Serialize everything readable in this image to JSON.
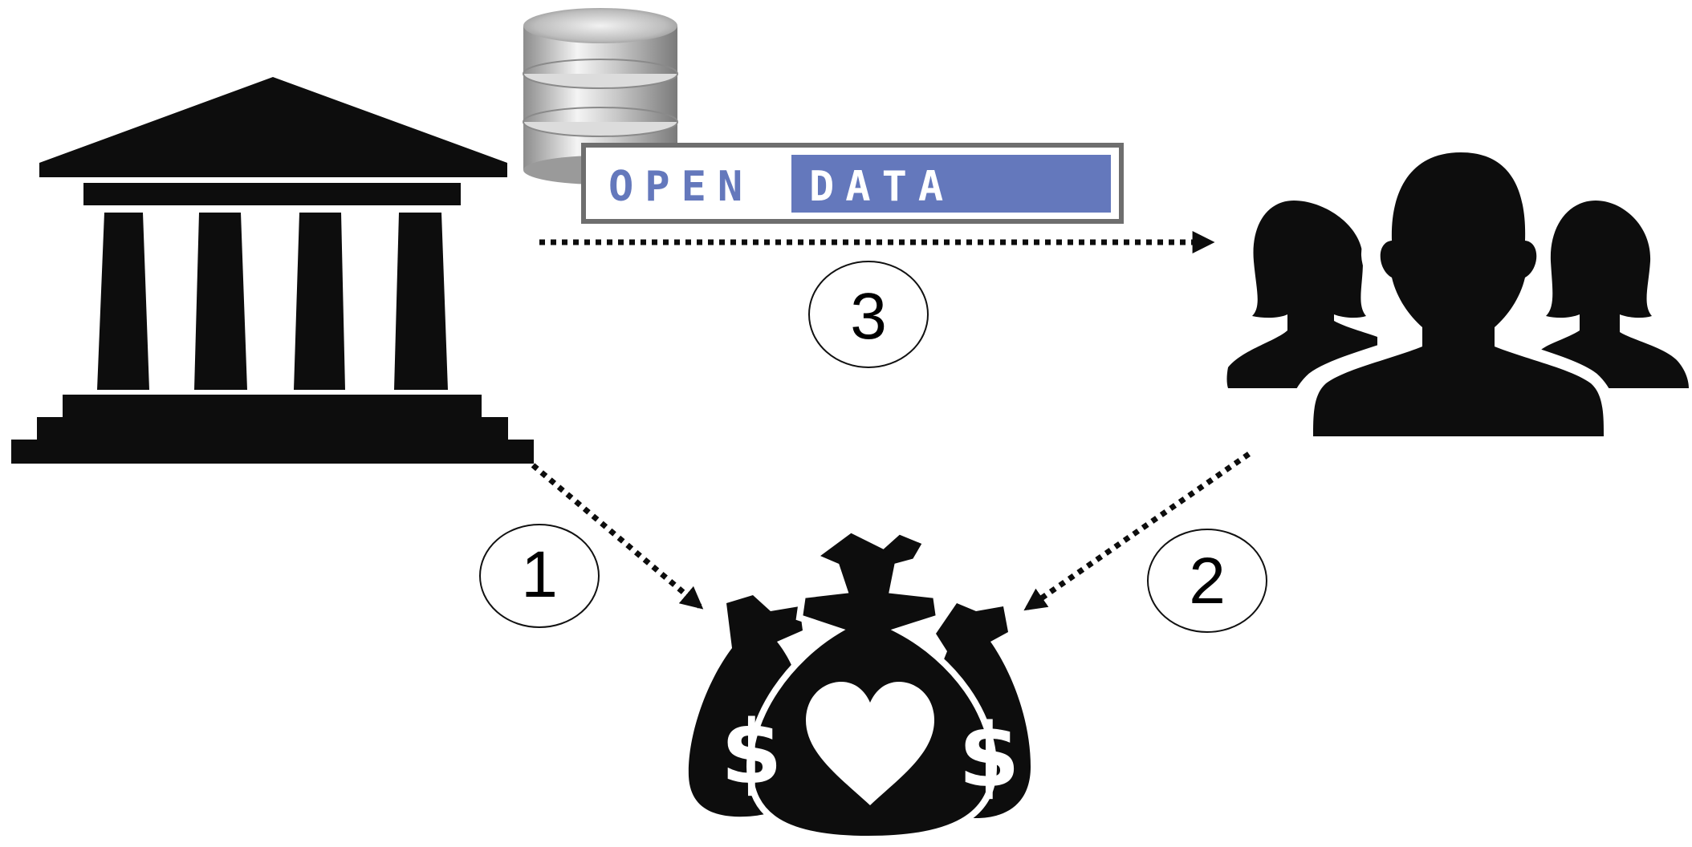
{
  "badge": {
    "left_text": "OPEN",
    "right_text": "DATA",
    "left_color": "#6478bc",
    "fill_color": "#6478bc",
    "border_color": "#6e6e6e"
  },
  "icons": {
    "institution": "bank-building-icon",
    "database": "database-icon",
    "people": "people-group-icon",
    "donations": "money-bags-heart-icon"
  },
  "steps": [
    {
      "label": "1"
    },
    {
      "label": "2"
    },
    {
      "label": "3"
    }
  ],
  "colors": {
    "ink": "#0d0d0d",
    "background": "#ffffff"
  }
}
